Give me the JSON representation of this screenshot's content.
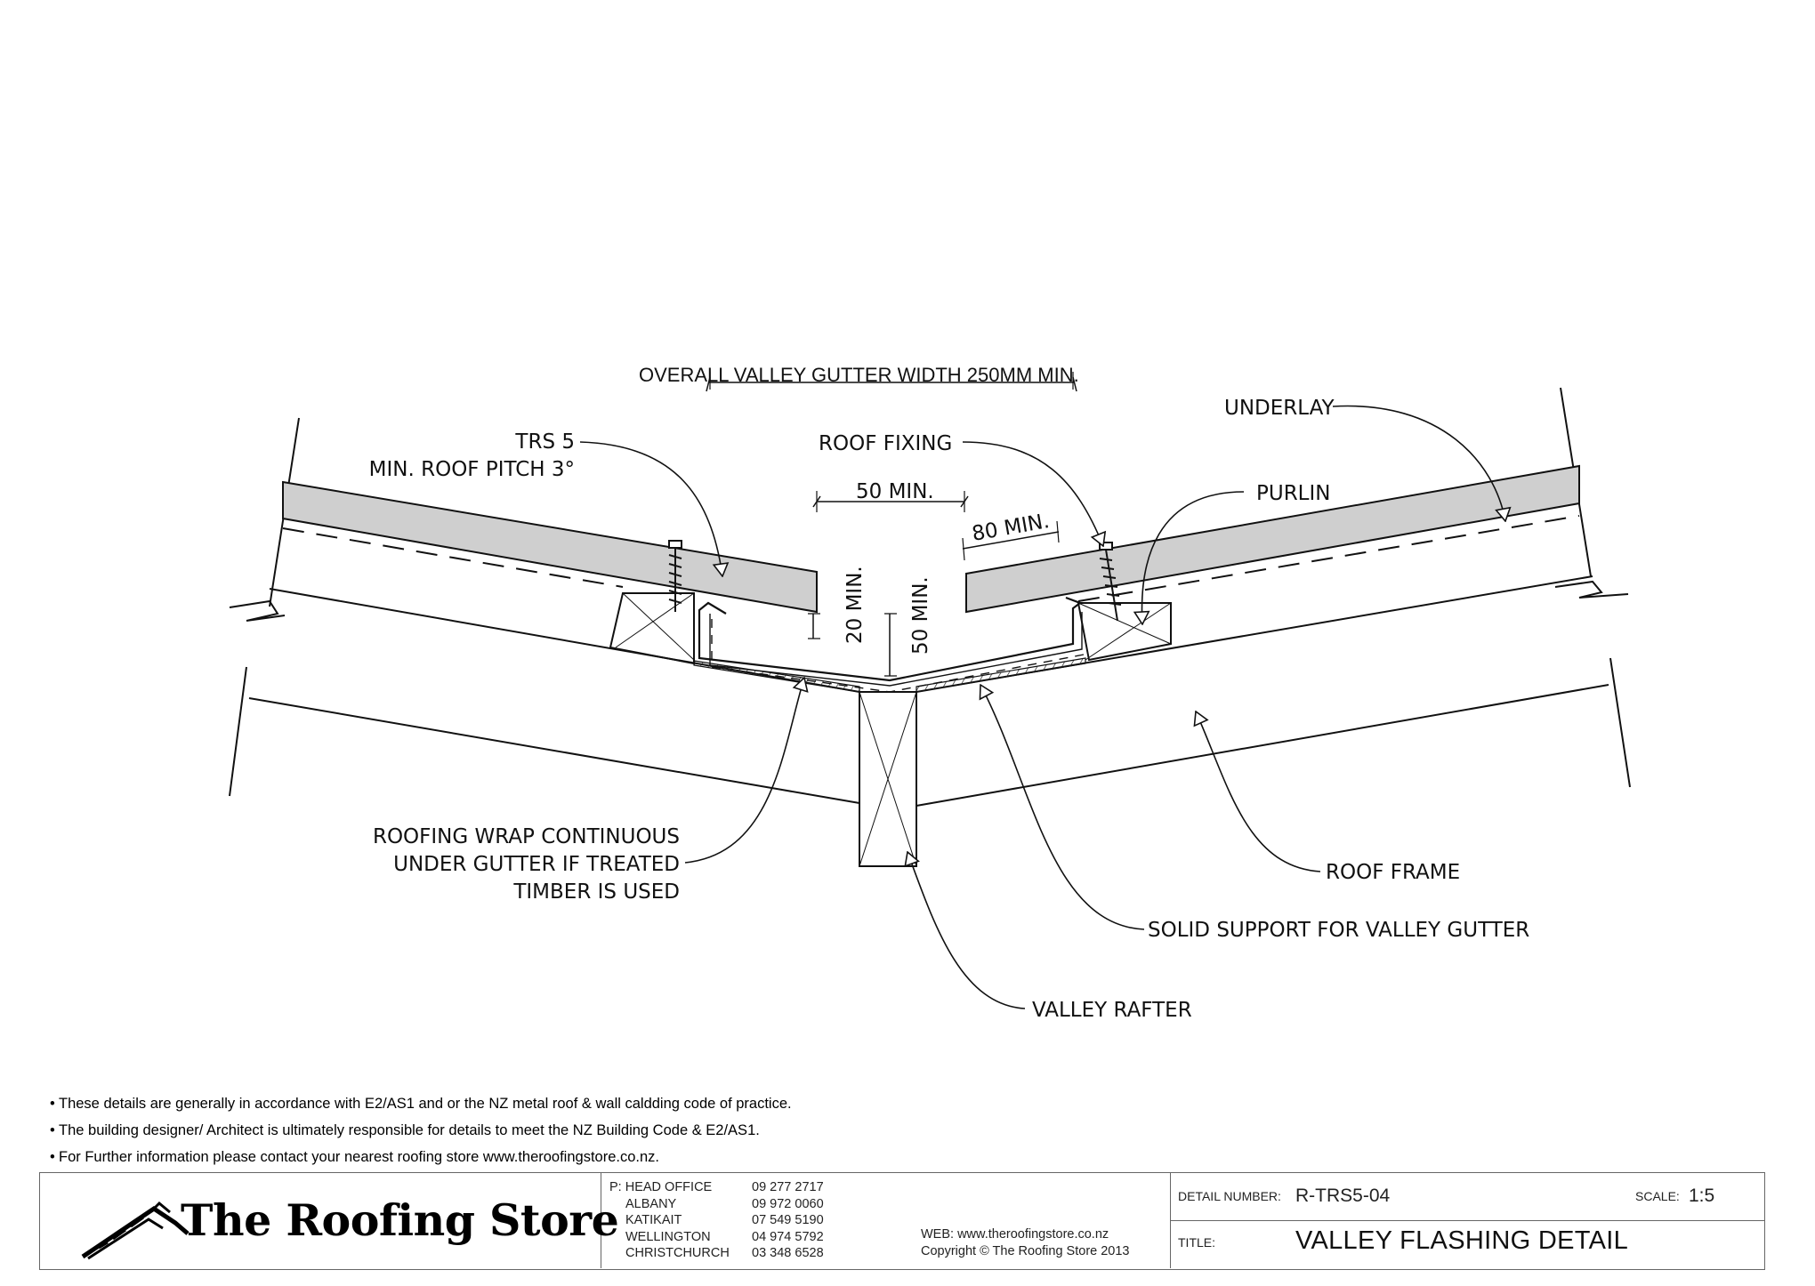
{
  "drawing": {
    "overall_dim": "OVERALL VALLEY GUTTER WIDTH 250MM MIN.",
    "trs_line1": "TRS 5",
    "trs_line2": "MIN. ROOF PITCH 3°",
    "roof_fixing": "ROOF FIXING",
    "underlay": "UNDERLAY",
    "purlin": "PURLIN",
    "dim_50_min": "50 MIN.",
    "dim_80_min": "80 MIN.",
    "dim_20_min": "20 MIN.",
    "dim_50_min_vertical": "50 MIN.",
    "wrap_line1": "ROOFING WRAP CONTINUOUS",
    "wrap_line2": "UNDER GUTTER IF TREATED",
    "wrap_line3": "TIMBER IS USED",
    "roof_frame": "ROOF FRAME",
    "solid_support": "SOLID SUPPORT FOR VALLEY GUTTER",
    "valley_rafter": "VALLEY RAFTER"
  },
  "notes": [
    "These details are generally in accordance with E2/AS1 and or the NZ metal roof & wall caldding code of practice.",
    "The building designer/ Architect is ultimately responsible for details to meet the NZ Building Code & E2/AS1.",
    "For Further information please contact your nearest roofing store www.theroofingstore.co.nz."
  ],
  "title_block": {
    "logo_text": "The Roofing Store",
    "contacts": [
      {
        "city": "P: HEAD OFFICE",
        "phone": "09 277 2717"
      },
      {
        "city": "ALBANY",
        "phone": "09 972 0060"
      },
      {
        "city": "KATIKAIT",
        "phone": "07 549 5190"
      },
      {
        "city": "WELLINGTON",
        "phone": "04 974 5792"
      },
      {
        "city": "CHRISTCHURCH",
        "phone": "03 348 6528"
      }
    ],
    "web": "WEB: www.theroofingstore.co.nz",
    "copyright": "Copyright © The Roofing Store 2013",
    "detail_number_label": "DETAIL NUMBER:",
    "detail_number": "R-TRS5-04",
    "scale_label": "SCALE:",
    "scale": "1:5",
    "title_label": "TITLE:",
    "title": "VALLEY FLASHING DETAIL"
  }
}
